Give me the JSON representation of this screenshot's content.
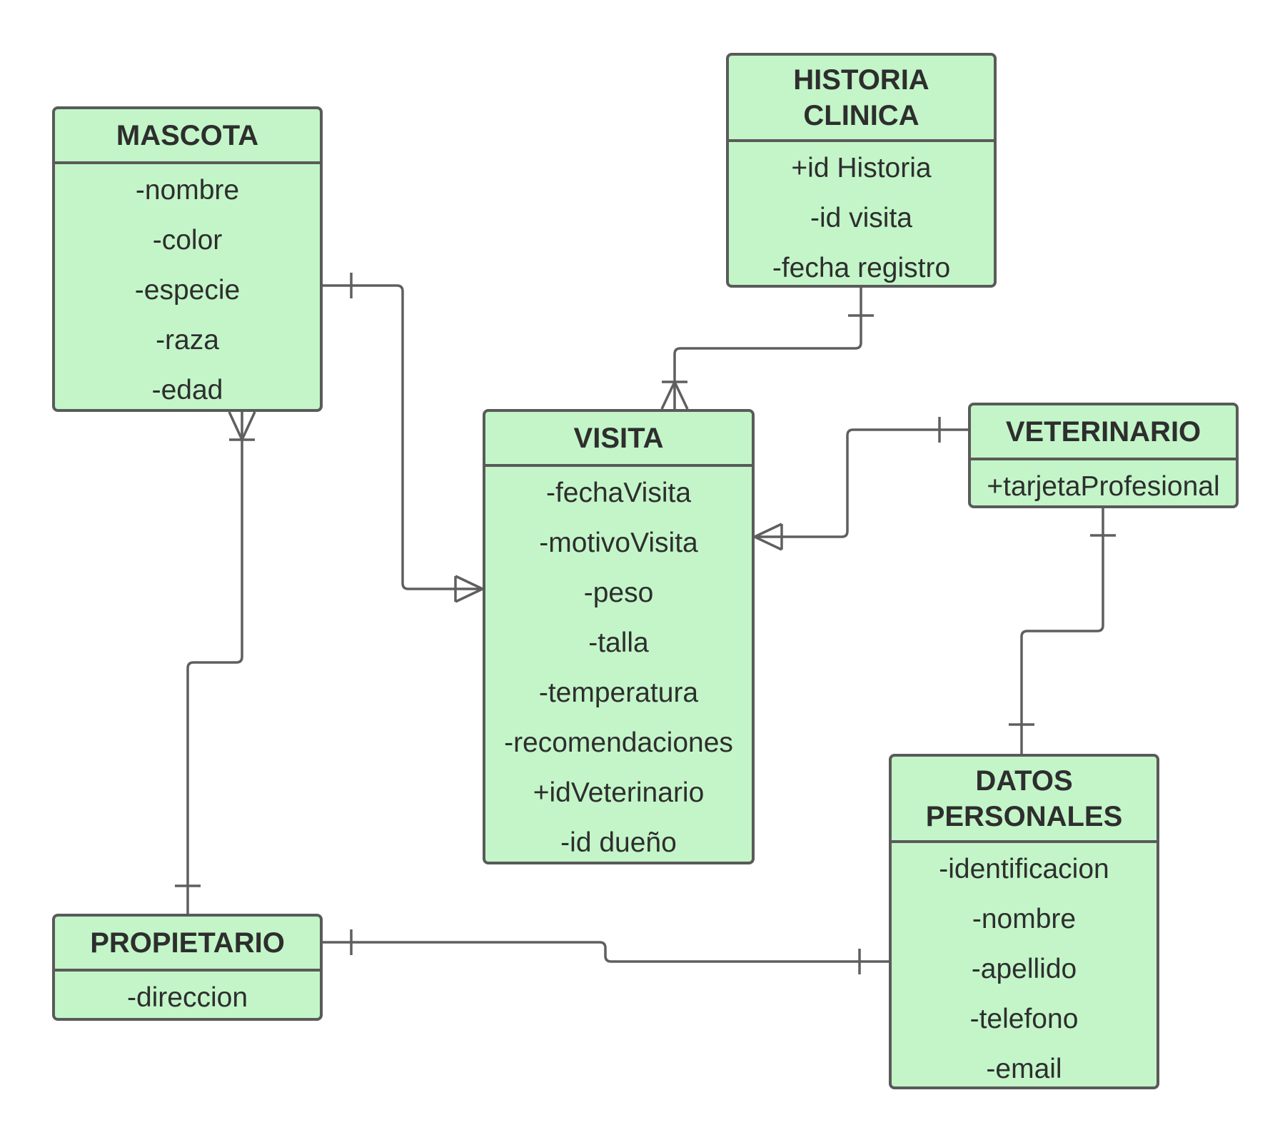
{
  "colors": {
    "entity_fill": "#c3f5c8",
    "border": "#5a5a5a",
    "connector": "#5f5f5f",
    "text": "#2e2e2e"
  },
  "entities": {
    "mascota": {
      "title": "MASCOTA",
      "attributes": [
        "-nombre",
        "-color",
        "-especie",
        "-raza",
        "-edad"
      ]
    },
    "historia": {
      "title": "HISTORIA\nCLINICA",
      "attributes": [
        "+id Historia",
        "-id visita",
        "-fecha registro"
      ]
    },
    "visita": {
      "title": "VISITA",
      "attributes": [
        "-fechaVisita",
        "-motivoVisita",
        "-peso",
        "-talla",
        "-temperatura",
        "-recomendaciones",
        "+idVeterinario",
        "-id dueño"
      ]
    },
    "veterinario": {
      "title": "VETERINARIO",
      "attributes": [
        "+tarjetaProfesional"
      ]
    },
    "datos": {
      "title": "DATOS\nPERSONALES",
      "attributes": [
        "-identificacion",
        "-nombre",
        "-apellido",
        "-telefono",
        "-email"
      ]
    },
    "propietario": {
      "title": "PROPIETARIO",
      "attributes": [
        "-direccion"
      ]
    }
  },
  "relationships": [
    {
      "from": "MASCOTA",
      "from_cardinality": "one",
      "to": "VISITA",
      "to_cardinality": "one-or-many"
    },
    {
      "from": "HISTORIA CLINICA",
      "from_cardinality": "one",
      "to": "VISITA",
      "to_cardinality": "one-or-many"
    },
    {
      "from": "VETERINARIO",
      "from_cardinality": "one",
      "to": "VISITA",
      "to_cardinality": "one-or-many"
    },
    {
      "from": "VETERINARIO",
      "from_cardinality": "one",
      "to": "DATOS PERSONALES",
      "to_cardinality": "one"
    },
    {
      "from": "PROPIETARIO",
      "from_cardinality": "one",
      "to": "MASCOTA",
      "to_cardinality": "one-or-many"
    },
    {
      "from": "PROPIETARIO",
      "from_cardinality": "one",
      "to": "DATOS PERSONALES",
      "to_cardinality": "one"
    }
  ]
}
